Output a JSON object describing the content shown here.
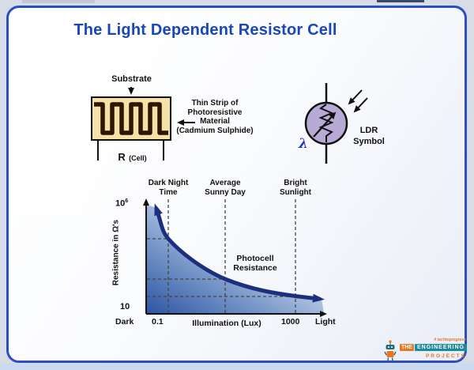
{
  "page": {
    "title": "The Light Dependent Resistor Cell"
  },
  "colors": {
    "accent_blue": "#1747bb",
    "card_border_blue": "#2b4fc0",
    "curve_navy": "#1c2f7e",
    "cell_fill_tan": "#f3e1a7",
    "track_brown": "#2e1500",
    "ldr_circle_lavender": "#b7abd6",
    "lambda_blue": "#2233cc",
    "logo_orange": "#e87722",
    "logo_teal": "#1a8a9e"
  },
  "cell_diagram": {
    "substrate_label": "Substrate",
    "strip_l1": "Thin Strip of",
    "strip_l2": "Photoresistive",
    "strip_l3": "Material",
    "strip_l4": "(Cadmium Sulphide)",
    "r_label": "R",
    "r_sub": "(Cell)"
  },
  "ldr_symbol": {
    "lambda": "λ",
    "name_l1": "LDR",
    "name_l2": "Symbol"
  },
  "graph": {
    "y_axis_label": "Resistance in Ω's",
    "x_axis_label": "Illumination (Lux)",
    "y_tick_top_base": "10",
    "y_tick_top_exp": "6",
    "y_tick_bottom": "10",
    "x_left_label": "Dark",
    "x_tick_left": "0.1",
    "x_tick_right": "1000",
    "x_right_label": "Light",
    "condition1_l1": "Dark Night",
    "condition1_l2": "Time",
    "condition2_l1": "Average",
    "condition2_l2": "Sunny Day",
    "condition3_l1": "Bright",
    "condition3_l2": "Sunlight",
    "curve_label_l1": "Photocell",
    "curve_label_l2": "Resistance"
  },
  "chart_data": {
    "type": "line",
    "title": "",
    "xlabel": "Illumination (Lux)",
    "ylabel": "Resistance in Ω's",
    "x_scale": "log",
    "y_scale": "log",
    "x_range": [
      0.1,
      1000
    ],
    "y_range": [
      10,
      1000000
    ],
    "x_tick_labels": [
      "0.1",
      "1000"
    ],
    "y_tick_labels": [
      "10",
      "10⁶"
    ],
    "x_end_labels": [
      "Dark",
      "Light"
    ],
    "grid": "dashed reference lines at annotation x-positions and matching resistance levels",
    "legend": "none",
    "series": [
      {
        "name": "Photocell Resistance",
        "points_lux_ohms": [
          [
            0.1,
            1000000
          ],
          [
            0.5,
            100000
          ],
          [
            3,
            20000
          ],
          [
            20,
            2000
          ],
          [
            100,
            300
          ],
          [
            500,
            60
          ],
          [
            1000,
            40
          ]
        ]
      }
    ],
    "annotations": [
      {
        "label": "Dark Night Time",
        "x_lux": 0.3
      },
      {
        "label": "Average Sunny Day",
        "x_lux": 10
      },
      {
        "label": "Bright Sunlight",
        "x_lux": 300
      }
    ]
  },
  "logo": {
    "tagline": "# techtoprogress",
    "the": "THE",
    "engineering": "ENGINEERING",
    "projects": "PROJECTS"
  }
}
